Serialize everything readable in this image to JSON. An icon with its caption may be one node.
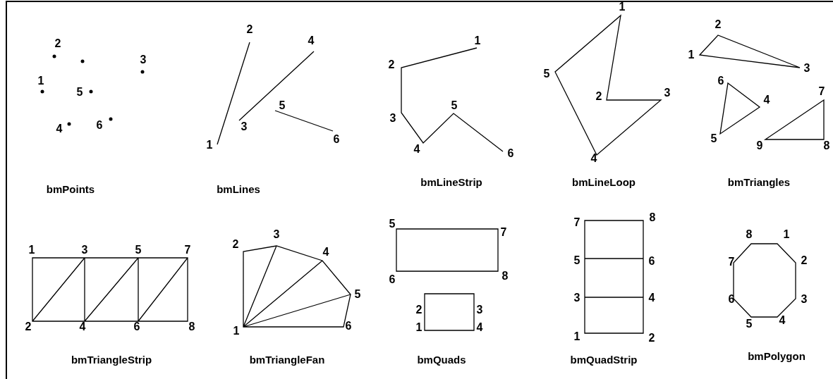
{
  "diagram": {
    "labels": [
      "2",
      "3",
      "1",
      "5",
      "4",
      "6",
      "bmPoints",
      "2",
      "4",
      "5",
      "3",
      "1",
      "6",
      "bmLines",
      "1",
      "2",
      "5",
      "3",
      "4",
      "6",
      "bmLineStrip",
      "1",
      "5",
      "2",
      "3",
      "4",
      "bmLineLoop",
      "2",
      "1",
      "3",
      "6",
      "4",
      "5",
      "7",
      "9",
      "8",
      "bmTriangles",
      "1",
      "3",
      "5",
      "7",
      "2",
      "4",
      "6",
      "8",
      "bmTriangleStrip",
      "2",
      "3",
      "4",
      "5",
      "1",
      "6",
      "bmTriangleFan",
      "5",
      "7",
      "6",
      "8",
      "2",
      "3",
      "1",
      "4",
      "bmQuads",
      "7",
      "8",
      "5",
      "6",
      "3",
      "4",
      "1",
      "2",
      "bmQuadStrip",
      "8",
      "1",
      "7",
      "2",
      "6",
      "3",
      "5",
      "4",
      "bmPolygon"
    ]
  }
}
